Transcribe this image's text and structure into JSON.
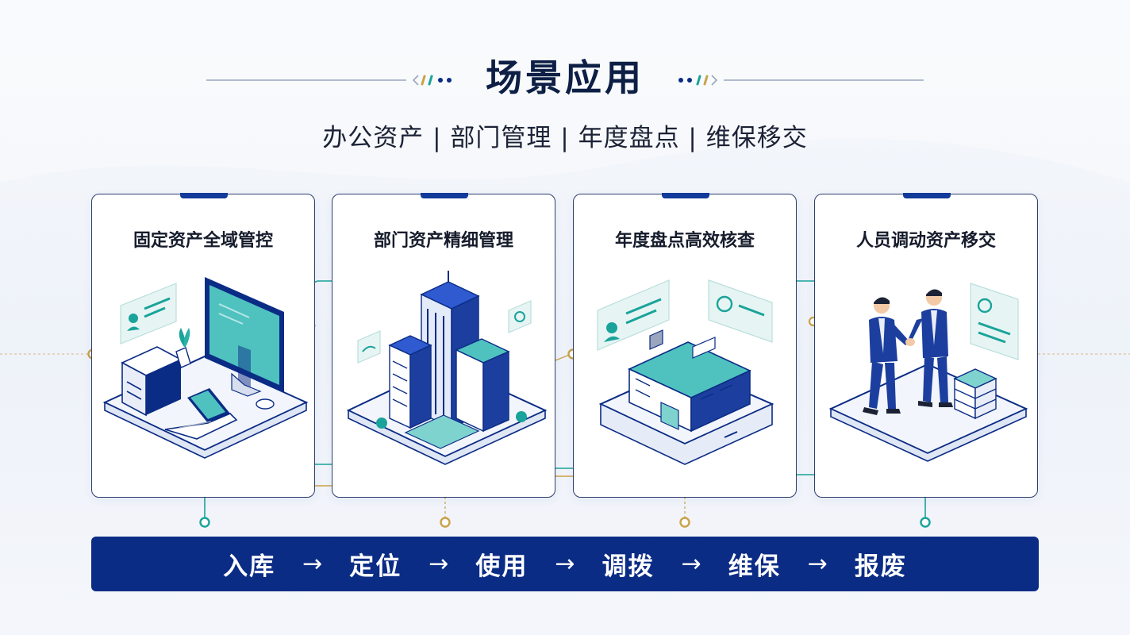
{
  "header": {
    "title": "场景应用",
    "subtitle": "办公资产 | 部门管理 | 年度盘点 | 维保移交"
  },
  "cards": [
    {
      "title": "固定资产全域管控",
      "icon": "office-workstation-icon"
    },
    {
      "title": "部门资产精细管理",
      "icon": "office-building-icon"
    },
    {
      "title": "年度盘点高效核查",
      "icon": "inventory-building-icon"
    },
    {
      "title": "人员调动资产移交",
      "icon": "handshake-transfer-icon"
    }
  ],
  "flow": {
    "steps": [
      "入库",
      "定位",
      "使用",
      "调拨",
      "维保",
      "报废"
    ],
    "arrow": "→"
  },
  "colors": {
    "primary": "#0b2c85",
    "teal": "#1aa39a",
    "gold": "#c9a24a",
    "title": "#0d1f44"
  }
}
